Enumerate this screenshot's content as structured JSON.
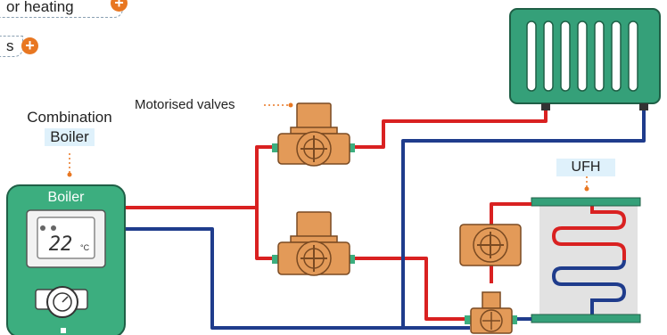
{
  "labels": {
    "top_pill_1": "or heating",
    "top_pill_2": "s",
    "combination_boiler_line1": "Combination",
    "combination_boiler_line2": "Boiler",
    "boiler": "Boiler",
    "motorised_valves": "Motorised valves",
    "ufh": "UFH",
    "thermostat_display": "22",
    "thermostat_unit": "°C"
  },
  "colors": {
    "flow_pipe": "#d92121",
    "return_pipe": "#1f3c8c",
    "boiler_body": "#3cae7f",
    "radiator_body": "#35a079",
    "valve_body": "#e39a58",
    "accent_plus": "#e87722",
    "label_bg": "#dff1fb"
  }
}
